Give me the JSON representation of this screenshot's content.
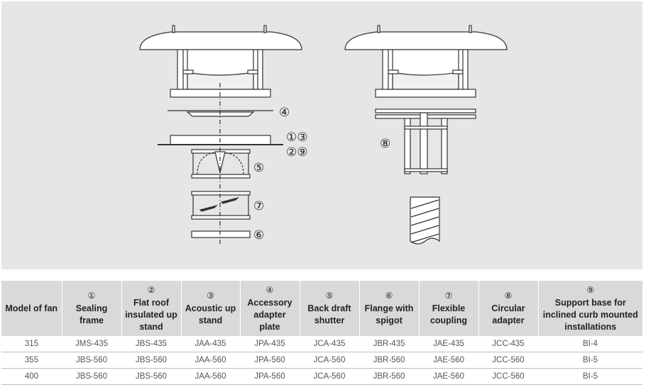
{
  "callouts": {
    "c4": "④",
    "c13": "①③",
    "c29": "②⑨",
    "c5": "⑤",
    "c7": "⑦",
    "c6": "⑥",
    "c8": "⑧"
  },
  "table": {
    "headers": [
      {
        "num": "",
        "label": "Model of fan"
      },
      {
        "num": "①",
        "label": "Sealing frame"
      },
      {
        "num": "②",
        "label": "Flat roof insulated up stand"
      },
      {
        "num": "③",
        "label": "Acoustic up stand"
      },
      {
        "num": "④",
        "label": "Accessory adapter plate"
      },
      {
        "num": "⑤",
        "label": "Back draft shutter"
      },
      {
        "num": "⑥",
        "label": "Flange with spigot"
      },
      {
        "num": "⑦",
        "label": "Flexible coupling"
      },
      {
        "num": "⑧",
        "label": "Circular adapter"
      },
      {
        "num": "⑨",
        "label": "Support base for inclined curb mounted installations"
      }
    ],
    "rows": [
      [
        "315",
        "JMS-435",
        "JBS-435",
        "JAA-435",
        "JPA-435",
        "JCA-435",
        "JBR-435",
        "JAE-435",
        "JCC-435",
        "BI-4"
      ],
      [
        "355",
        "JBS-560",
        "JBS-560",
        "JAA-560",
        "JPA-560",
        "JCA-560",
        "JBR-560",
        "JAE-560",
        "JCC-560",
        "BI-5"
      ],
      [
        "400",
        "JBS-560",
        "JBS-560",
        "JAA-560",
        "JPA-560",
        "JCA-560",
        "JBR-560",
        "JAE-560",
        "JCC-560",
        "BI-5"
      ]
    ]
  }
}
